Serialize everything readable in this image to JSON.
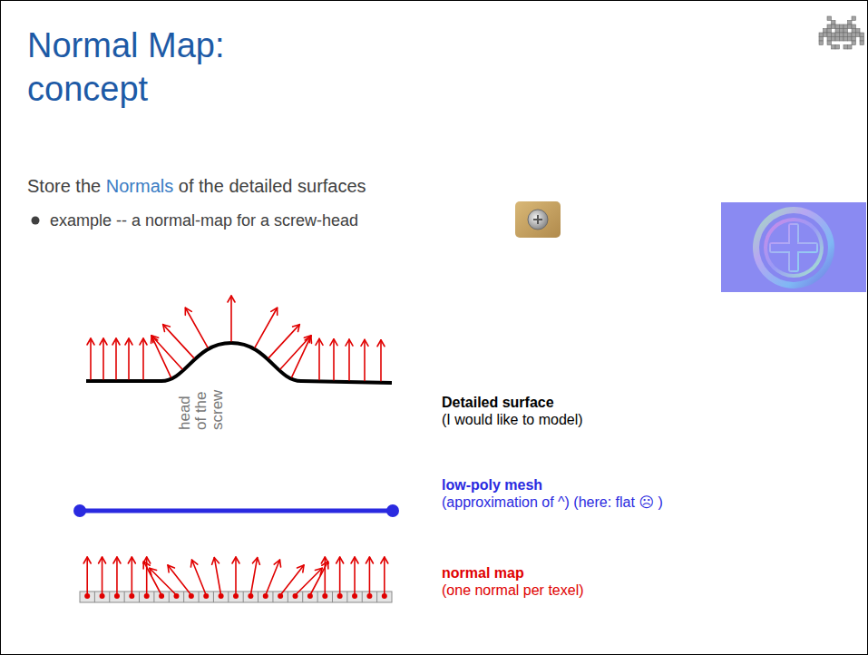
{
  "diagram": {
    "title": "Normal Map: concept",
    "labels": [
      "Store the",
      "Normals",
      "of the detailed surfaces",
      "example -- a normal-map for a screw-head",
      "head of the screw",
      "Detailed surface",
      "(I would like to model)",
      "low-poly mesh",
      "(approximation of ^) (here: flat ☹ )",
      "normal map",
      "(one normal per texel)"
    ]
  }
}
